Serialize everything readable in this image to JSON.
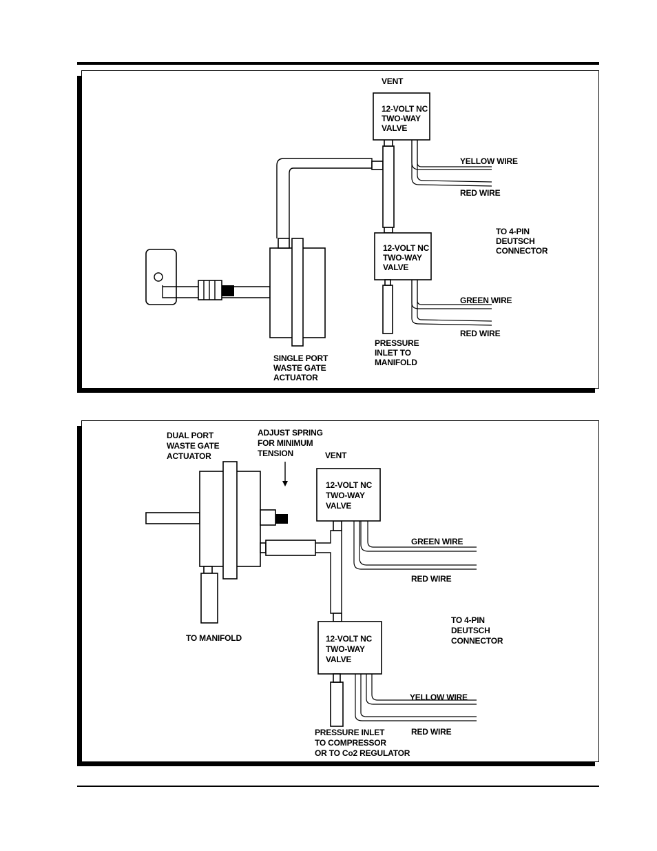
{
  "diagram1": {
    "vent": "VENT",
    "valve_top": [
      "12-VOLT NC",
      "TWO-WAY",
      "VALVE"
    ],
    "valve_bottom": [
      "12-VOLT NC",
      "TWO-WAY",
      "VALVE"
    ],
    "wire_yellow": "YELLOW WIRE",
    "wire_red_1": "RED WIRE",
    "connector": [
      "TO 4-PIN",
      "DEUTSCH",
      "CONNECTOR"
    ],
    "wire_green": "GREEN WIRE",
    "wire_red_2": "RED WIRE",
    "pressure_inlet": [
      "PRESSURE",
      "INLET TO",
      "MANIFOLD"
    ],
    "actuator": [
      "SINGLE PORT",
      "WASTE GATE",
      "ACTUATOR"
    ]
  },
  "diagram2": {
    "actuator": [
      "DUAL PORT",
      "WASTE GATE",
      "ACTUATOR"
    ],
    "adjust_spring": [
      "ADJUST SPRING",
      "FOR MINIMUM",
      "TENSION"
    ],
    "vent": "VENT",
    "valve_top": [
      "12-VOLT NC",
      "TWO-WAY",
      "VALVE"
    ],
    "wire_green": "GREEN WIRE",
    "wire_red_1": "RED WIRE",
    "to_manifold": "TO MANIFOLD",
    "connector": [
      "TO 4-PIN",
      "DEUTSCH",
      "CONNECTOR"
    ],
    "valve_bottom": [
      "12-VOLT NC",
      "TWO-WAY",
      "VALVE"
    ],
    "wire_yellow": "YELLOW WIRE",
    "wire_red_2": "RED WIRE",
    "pressure_inlet": [
      "PRESSURE INLET",
      "TO COMPRESSOR",
      "OR TO Co2 REGULATOR"
    ]
  }
}
